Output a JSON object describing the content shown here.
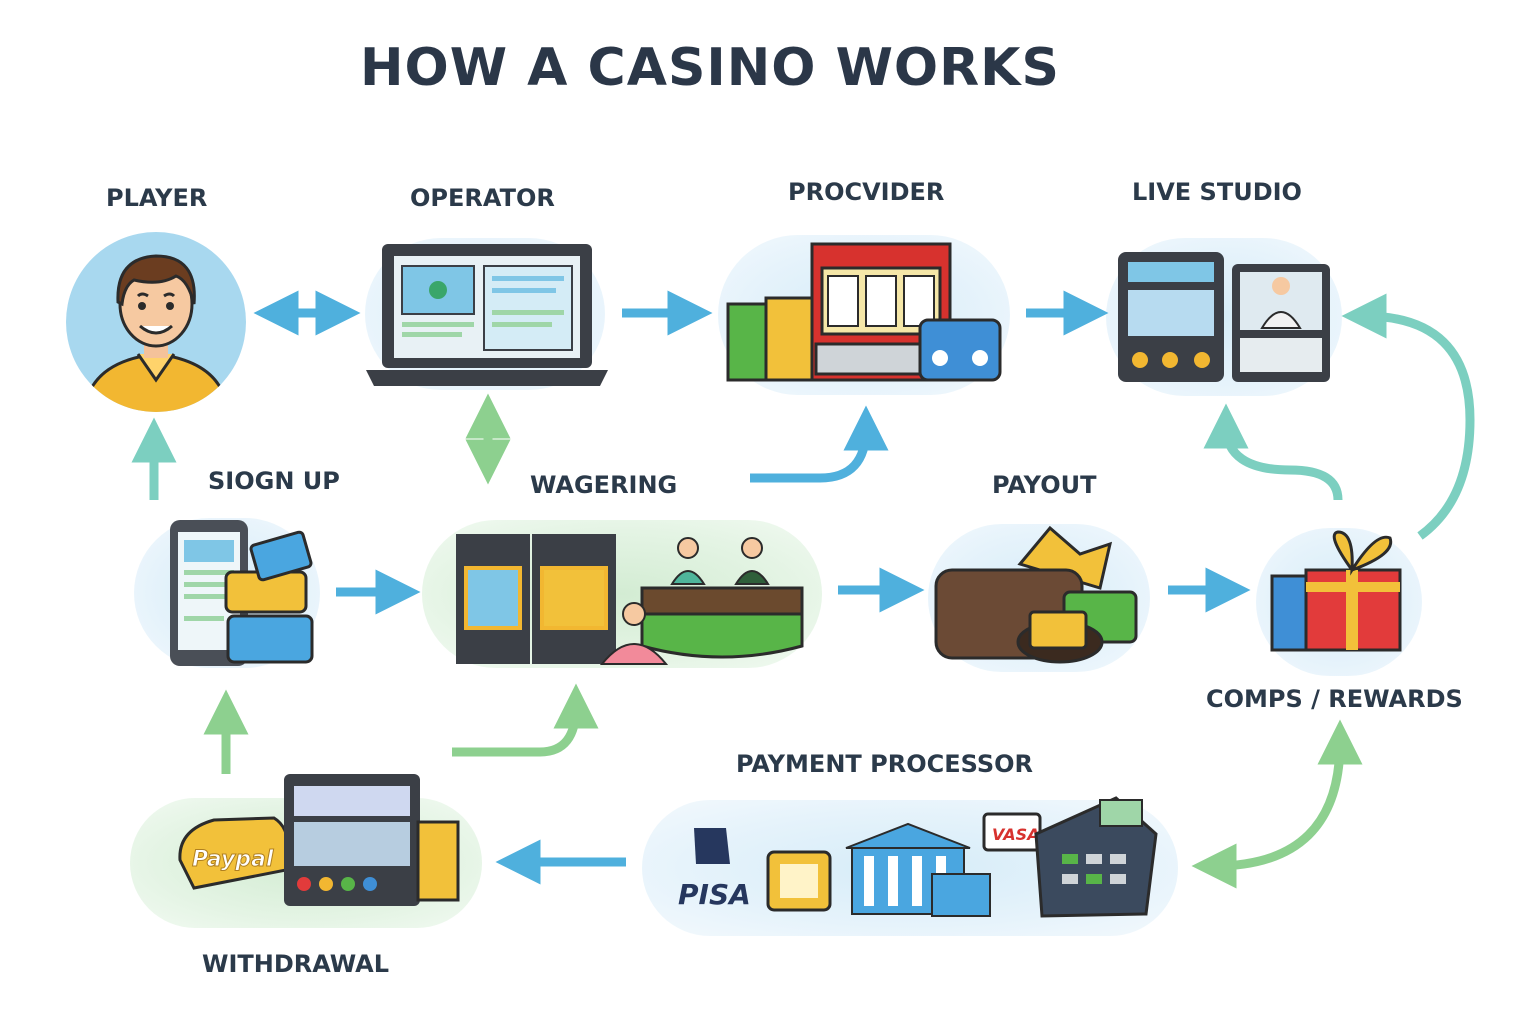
{
  "title": "HOW A CASINO WORKS",
  "nodes": {
    "player": "PLAYER",
    "operator": "OPERATOR",
    "provider": "PROCVIDER",
    "live_studio": "LIVE STUDIO",
    "sign_up": "SIOGN UP",
    "wagering": "WAGERING",
    "payout": "PAYOUT",
    "comps_rewards": "COMPS / REWARDS",
    "payment_processor": "PAYMENT PROCESSOR",
    "withdrawal": "WITHDRAWAL"
  },
  "badges": {
    "paypal": "Paypal",
    "pisa": "PISA",
    "vasa": "VASA"
  },
  "colors": {
    "arrow_blue": "#4fb0dd",
    "arrow_green": "#8dd08f",
    "arrow_teal": "#7ccfc0",
    "title": "#2b3748"
  }
}
